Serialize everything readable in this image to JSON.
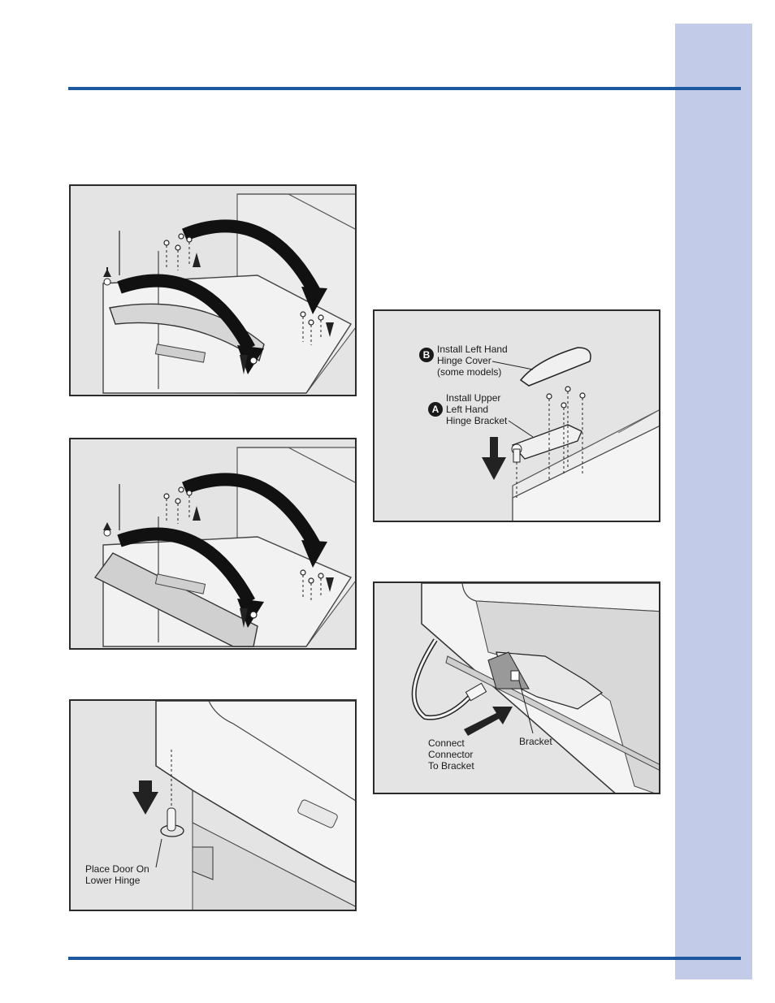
{
  "panels": {
    "hinge_cover": {
      "badge_b": "B",
      "cover_label": "Install Left Hand\nHinge Cover\n(some models)",
      "badge_a": "A",
      "bracket_label": "Install Upper\nLeft Hand\nHinge Bracket"
    },
    "lower_hinge": {
      "door_label": "Place Door On\nLower Hinge"
    },
    "connector": {
      "connect_label": "Connect\nConnector\nTo Bracket",
      "bracket_label": "Bracket"
    }
  },
  "colors": {
    "rule": "#1d58a1",
    "sidebar": "#c2cce8",
    "panel_bg": "#e4e4e4"
  }
}
